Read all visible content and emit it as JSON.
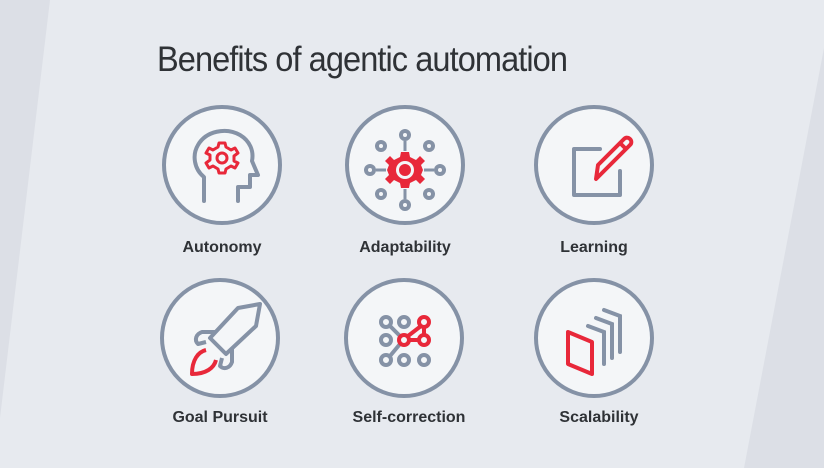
{
  "title": "Benefits of agentic automation",
  "colors": {
    "background": "#e7eaef",
    "background_wedge": "#dcdfe6",
    "circle_fill": "#f4f6f8",
    "gray": "#8592a6",
    "accent_red": "#e8283a",
    "text": "#2f3236"
  },
  "benefits": [
    {
      "label": "Autonomy",
      "icon": "head-gear-icon"
    },
    {
      "label": "Adaptability",
      "icon": "gear-network-icon"
    },
    {
      "label": "Learning",
      "icon": "pencil-square-icon"
    },
    {
      "label": "Goal Pursuit",
      "icon": "rocket-icon"
    },
    {
      "label": "Self-correction",
      "icon": "dot-grid-path-icon"
    },
    {
      "label": "Scalability",
      "icon": "stacked-layers-icon"
    }
  ]
}
